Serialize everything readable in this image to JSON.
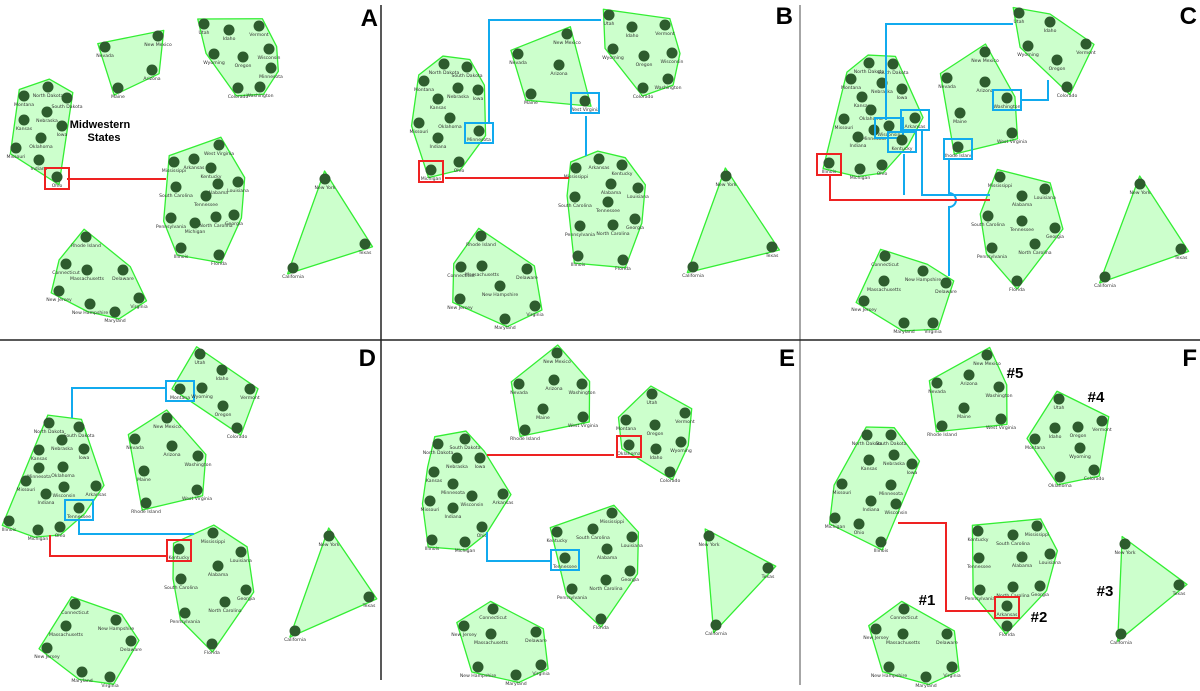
{
  "colors": {
    "hull_fill": "#ccffcc",
    "hull_stroke": "#33ee33",
    "node": "#2e5c2e",
    "highlight_red": "#ee2222",
    "highlight_blue": "#11aaee"
  },
  "panels": [
    {
      "letter": "A",
      "clusters": [
        {
          "nodes": [
            "Nevada",
            "New Mexico",
            "Arizona",
            "Maine"
          ]
        },
        {
          "nodes": [
            "Utah",
            "Idaho",
            "Vermont",
            "Wyoming",
            "Oregon",
            "Wisconsin",
            "Minnesota",
            "Colorado",
            "Washington"
          ]
        },
        {
          "nodes": [
            "North Dakota",
            "Montana",
            "South Dakota",
            "Nebraska",
            "Kansas",
            "Iowa",
            "Oklahoma",
            "Missouri",
            "Indiana",
            "Ohio"
          ]
        },
        {
          "nodes": [
            "West Virginia",
            "Mississippi",
            "Arkansas",
            "Kentucky",
            "Alabama",
            "Louisiana",
            "South Carolina",
            "Tennessee",
            "Pennsylvania",
            "Michigan",
            "North Carolina",
            "Georgia",
            "Illinois",
            "Florida"
          ]
        },
        {
          "nodes": [
            "Rhode Island",
            "Connecticut",
            "Massachusetts",
            "Delaware",
            "New Jersey",
            "New Hampshire",
            "Maryland",
            "Virginia"
          ]
        },
        {
          "nodes": [
            "New York",
            "Texas",
            "California"
          ]
        }
      ],
      "highlight_red": [
        "Ohio"
      ],
      "highlight_blue": [],
      "annotations": [
        "Midwestern",
        "States"
      ]
    },
    {
      "letter": "B",
      "clusters": [
        {
          "nodes": [
            "Nevada",
            "New Mexico",
            "Arizona",
            "Maine",
            "West Virginia"
          ]
        },
        {
          "nodes": [
            "Utah",
            "Idaho",
            "Vermont",
            "Wyoming",
            "Oregon",
            "Wisconsin",
            "Colorado",
            "Washington"
          ]
        },
        {
          "nodes": [
            "North Dakota",
            "South Dakota",
            "Montana",
            "Nebraska",
            "Iowa",
            "Kansas",
            "Oklahoma",
            "Missouri",
            "Minnesota",
            "Indiana",
            "Ohio",
            "Michigan"
          ]
        },
        {
          "nodes": [
            "Arkansas",
            "Mississippi",
            "Kentucky",
            "Alabama",
            "Louisiana",
            "South Carolina",
            "Tennessee",
            "Georgia",
            "Pennsylvania",
            "North Carolina",
            "Illinois",
            "Florida"
          ]
        },
        {
          "nodes": [
            "Rhode Island",
            "Connecticut",
            "Massachusetts",
            "Delaware",
            "New Hampshire",
            "New Jersey",
            "Virginia",
            "Maryland"
          ]
        },
        {
          "nodes": [
            "New York",
            "Texas",
            "California"
          ]
        }
      ],
      "highlight_red": [
        "Michigan"
      ],
      "highlight_blue": [
        "Minnesota",
        "West Virginia"
      ],
      "annotations": []
    },
    {
      "letter": "C",
      "clusters": [
        {
          "nodes": [
            "Utah",
            "Idaho",
            "Vermont",
            "Wyoming",
            "Oregon",
            "Colorado"
          ]
        },
        {
          "nodes": [
            "New Mexico",
            "Nevada",
            "Arizona",
            "Washington",
            "Maine",
            "West Virginia",
            "Rhode Island"
          ]
        },
        {
          "nodes": [
            "North Dakota",
            "South Dakota",
            "Montana",
            "Nebraska",
            "Iowa",
            "Kansas",
            "Oklahoma",
            "Missouri",
            "Arkansas",
            "Minnesota",
            "Wisconsin",
            "Indiana",
            "Kentucky",
            "Illinois",
            "Michigan",
            "Ohio"
          ]
        },
        {
          "nodes": [
            "Mississippi",
            "Louisiana",
            "Alabama",
            "South Carolina",
            "Tennessee",
            "Georgia",
            "Pennsylvania",
            "North Carolina",
            "Florida"
          ]
        },
        {
          "nodes": [
            "Connecticut",
            "New Hampshire",
            "Massachusetts",
            "Delaware",
            "New Jersey",
            "Maryland",
            "Virginia"
          ]
        },
        {
          "nodes": [
            "New York",
            "Texas",
            "California"
          ]
        }
      ],
      "highlight_red": [
        "Illinois"
      ],
      "highlight_blue": [
        "Wisconsin",
        "Arkansas",
        "Kentucky",
        "Washington",
        "Rhode Island"
      ],
      "annotations": []
    },
    {
      "letter": "D",
      "clusters": [
        {
          "nodes": [
            "Utah",
            "Idaho",
            "Montana",
            "Wyoming",
            "Vermont",
            "Oregon",
            "Colorado"
          ]
        },
        {
          "nodes": [
            "New Mexico",
            "Nevada",
            "Arizona",
            "Washington",
            "Maine",
            "West Virginia",
            "Rhode Island"
          ]
        },
        {
          "nodes": [
            "North Dakota",
            "South Dakota",
            "Nebraska",
            "Kansas",
            "Iowa",
            "Minnesota",
            "Oklahoma",
            "Missouri",
            "Wisconsin",
            "Arkansas",
            "Indiana",
            "Tennessee",
            "Illinois",
            "Michigan",
            "Ohio"
          ]
        },
        {
          "nodes": [
            "Mississippi",
            "Kentucky",
            "Louisiana",
            "Alabama",
            "South Carolina",
            "Georgia",
            "North Carolina",
            "Pennsylvania",
            "Florida"
          ]
        },
        {
          "nodes": [
            "Connecticut",
            "New Hampshire",
            "Massachusetts",
            "Delaware",
            "New Jersey",
            "Maryland",
            "Virginia"
          ]
        },
        {
          "nodes": [
            "New York",
            "Texas",
            "California"
          ]
        }
      ],
      "highlight_red": [
        "Kentucky"
      ],
      "highlight_blue": [
        "Montana",
        "Tennessee"
      ],
      "annotations": []
    },
    {
      "letter": "E",
      "clusters": [
        {
          "nodes": [
            "New Mexico",
            "Nevada",
            "Arizona",
            "Washington",
            "Maine",
            "West Virginia",
            "Rhode Island"
          ]
        },
        {
          "nodes": [
            "Utah",
            "Montana",
            "Vermont",
            "Oregon",
            "Wyoming",
            "Oklahoma",
            "Idaho",
            "Colorado"
          ]
        },
        {
          "nodes": [
            "North Dakota",
            "South Dakota",
            "Nebraska",
            "Iowa",
            "Kansas",
            "Minnesota",
            "Wisconsin",
            "Arkansas",
            "Missouri",
            "Indiana",
            "Ohio",
            "Illinois",
            "Michigan"
          ]
        },
        {
          "nodes": [
            "Mississippi",
            "Kentucky",
            "South Carolina",
            "Louisiana",
            "Alabama",
            "Tennessee",
            "Georgia",
            "North Carolina",
            "Pennsylvania",
            "Florida"
          ]
        },
        {
          "nodes": [
            "Connecticut",
            "New Jersey",
            "Massachusetts",
            "Delaware",
            "New Hampshire",
            "Maryland",
            "Virginia"
          ]
        },
        {
          "nodes": [
            "New York",
            "Texas",
            "California"
          ]
        }
      ],
      "highlight_red": [
        "Oklahoma"
      ],
      "highlight_blue": [
        "Tennessee"
      ],
      "annotations": []
    },
    {
      "letter": "F",
      "clusters": [
        {
          "nodes": [
            "New Mexico",
            "Nevada",
            "Arizona",
            "Washington",
            "Maine",
            "West Virginia",
            "Rhode Island"
          ]
        },
        {
          "nodes": [
            "Utah",
            "Vermont",
            "Idaho",
            "Oregon",
            "Montana",
            "Wyoming",
            "Colorado",
            "Oklahoma"
          ]
        },
        {
          "nodes": [
            "North Dakota",
            "South Dakota",
            "Kansas",
            "Nebraska",
            "Iowa",
            "Missouri",
            "Minnesota",
            "Indiana",
            "Wisconsin",
            "Michigan",
            "Ohio",
            "Illinois"
          ]
        },
        {
          "nodes": [
            "Kentucky",
            "South Carolina",
            "Mississippi",
            "Tennessee",
            "Alabama",
            "Louisiana",
            "Pennsylvania",
            "North Carolina",
            "Georgia",
            "Arkansas",
            "Florida"
          ]
        },
        {
          "nodes": [
            "Connecticut",
            "New Jersey",
            "Massachusetts",
            "Delaware",
            "New Hampshire",
            "Maryland",
            "Virginia"
          ]
        },
        {
          "nodes": [
            "New York",
            "Texas",
            "California"
          ]
        }
      ],
      "highlight_red": [
        "Arkansas"
      ],
      "highlight_blue": [],
      "annotations": [
        "#5",
        "#4",
        "#1",
        "#2",
        "#3"
      ]
    }
  ]
}
